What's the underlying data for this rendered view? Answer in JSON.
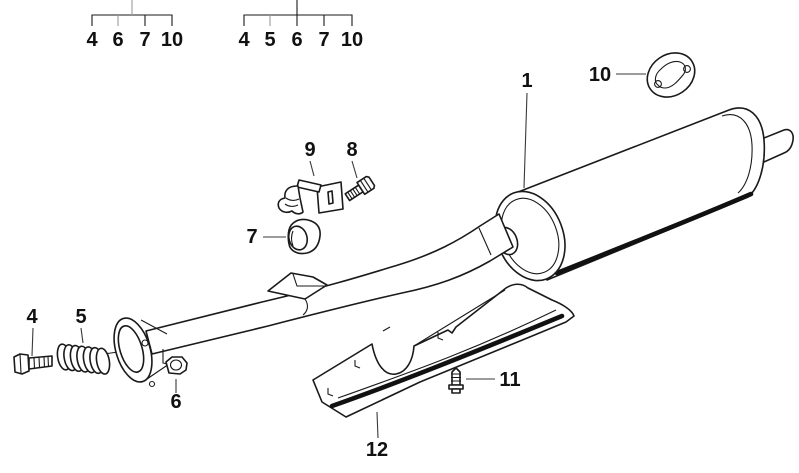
{
  "colors": {
    "background": "#ffffff",
    "line": "#1a1a1a",
    "gray_line": "#9b9b9b"
  },
  "reference_groups": [
    {
      "numbers": [
        "4",
        "6",
        "7",
        "10"
      ]
    },
    {
      "numbers": [
        "4",
        "5",
        "6",
        "7",
        "10"
      ]
    }
  ],
  "callouts": {
    "c1": "1",
    "c4": "4",
    "c5": "5",
    "c6": "6",
    "c7": "7",
    "c8": "8",
    "c9": "9",
    "c10": "10",
    "c11": "11",
    "c12": "12"
  }
}
